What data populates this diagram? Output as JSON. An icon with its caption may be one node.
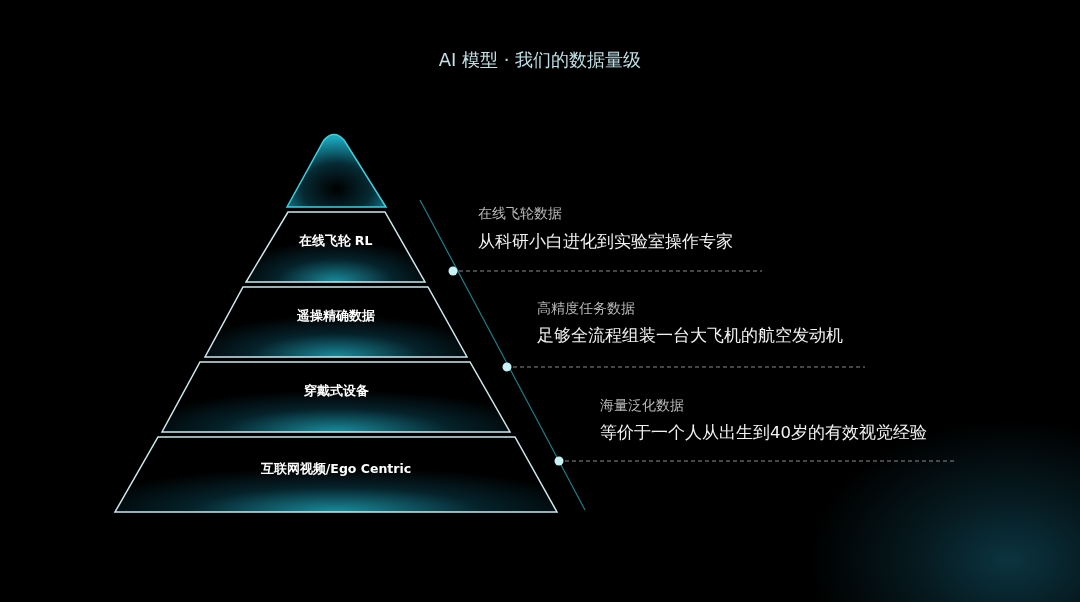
{
  "diagram": {
    "title": "AI 模型 · 我们的数据量级",
    "nodes": [
      {
        "text": [],
        "shape": "triangle"
      },
      {
        "text": [
          "在线飞轮 RL"
        ]
      },
      {
        "text": [
          "遥操精确数据"
        ]
      },
      {
        "text": [
          "穿戴式设备"
        ]
      },
      {
        "text": [
          "互联网视频/Ego Centric"
        ]
      }
    ],
    "labels": [
      "在线飞轮数据",
      "从科研小白进化到实验室操作专家",
      "高精度任务数据",
      "足够全流程组装一台大飞机的航空发动机",
      "海量泛化数据",
      "等价于一个人从出生到40岁的有效视觉经验"
    ]
  }
}
